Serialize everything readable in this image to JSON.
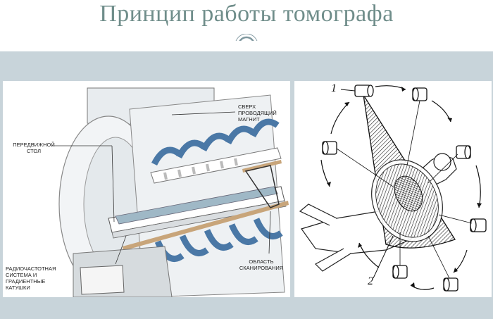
{
  "slide": {
    "title": "Принцип работы томографа"
  },
  "mri_figure": {
    "labels": {
      "magnet": "СВЕРХ ПРОВОДЯЩИЙ МАГНИТ",
      "table": "ПЕРЕДВИЖНОЙ СТОЛ",
      "coils": "РАДИОЧАСТОТНАЯ СИСТЕМА И ГРАДИЕНТНЫЕ КАТУШКИ",
      "scan_area": "ОБЛАСТЬ СКАНИРОВАНИЯ"
    }
  },
  "ct_figure": {
    "callouts": [
      "1",
      "2"
    ]
  },
  "colors": {
    "title": "#6f8d8a",
    "band": "#c8d4da",
    "coil_blue": "#4a78a6",
    "table_tan": "#c8a57a"
  }
}
